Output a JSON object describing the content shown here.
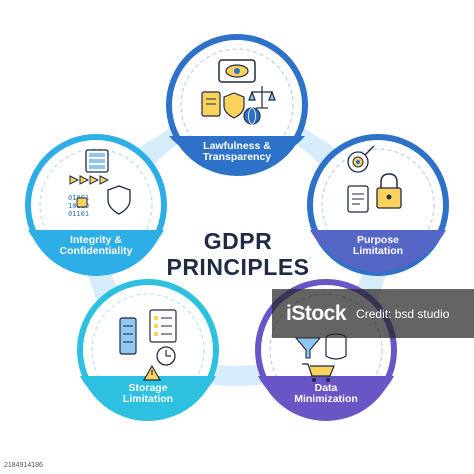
{
  "title": "GDPR\nPRINCIPLES",
  "colors": {
    "connector": "#cfe8f8",
    "blue": "#2d72c8",
    "teal_blue": "#2eaee6",
    "purple_blue": "#5566c7",
    "cyan": "#2ec0e0",
    "purple": "#6a55c6",
    "title": "#1f2a44"
  },
  "principles": [
    {
      "label": "Lawfulness &\nTransparency",
      "icons": [
        "eye-icon",
        "document-icon",
        "shield-icon",
        "scales-icon",
        "globe-icon"
      ]
    },
    {
      "label": "Purpose\nLimitation",
      "icons": [
        "target-icon",
        "document-icon",
        "padlock-icon"
      ]
    },
    {
      "label": "Data\nMinimization",
      "icons": [
        "database-icon",
        "filter-icon",
        "cart-icon"
      ]
    },
    {
      "label": "Storage\nLimitation",
      "icons": [
        "server-icon",
        "checklist-icon",
        "clock-icon",
        "warning-icon"
      ]
    },
    {
      "label": "Integrity &\nConfidentiality",
      "icons": [
        "server-icon",
        "arrows-icon",
        "binary-lock-icon",
        "shield-icon"
      ]
    }
  ],
  "watermark": {
    "logo": "iStock",
    "credit": "Credit: bsd studio"
  },
  "stock_id": "2184914186"
}
